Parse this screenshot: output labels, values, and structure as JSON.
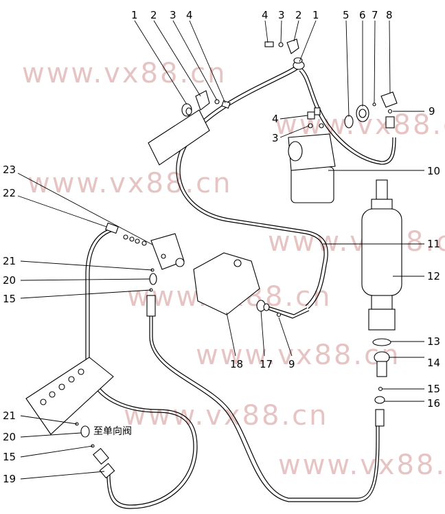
{
  "watermark": "www.vx88.cn",
  "note": "至单向阀",
  "callouts": {
    "c1a": "1",
    "c2a": "2",
    "c3a": "3",
    "c4a": "4",
    "c4b": "4",
    "c3b": "3",
    "c2b": "2",
    "c1b": "1",
    "c5": "5",
    "c6": "6",
    "c7": "7",
    "c8": "8",
    "c9a": "9",
    "c4c": "4",
    "c3c": "3",
    "c10": "10",
    "c23": "23",
    "c22": "22",
    "c11": "11",
    "c12": "12",
    "c21a": "21",
    "c20a": "20",
    "c15a": "15",
    "c13": "13",
    "c14": "14",
    "c18": "18",
    "c17": "17",
    "c9b": "9",
    "c15b": "15",
    "c16": "16",
    "c21b": "21",
    "c20b": "20",
    "c15c": "15",
    "c19": "19"
  }
}
